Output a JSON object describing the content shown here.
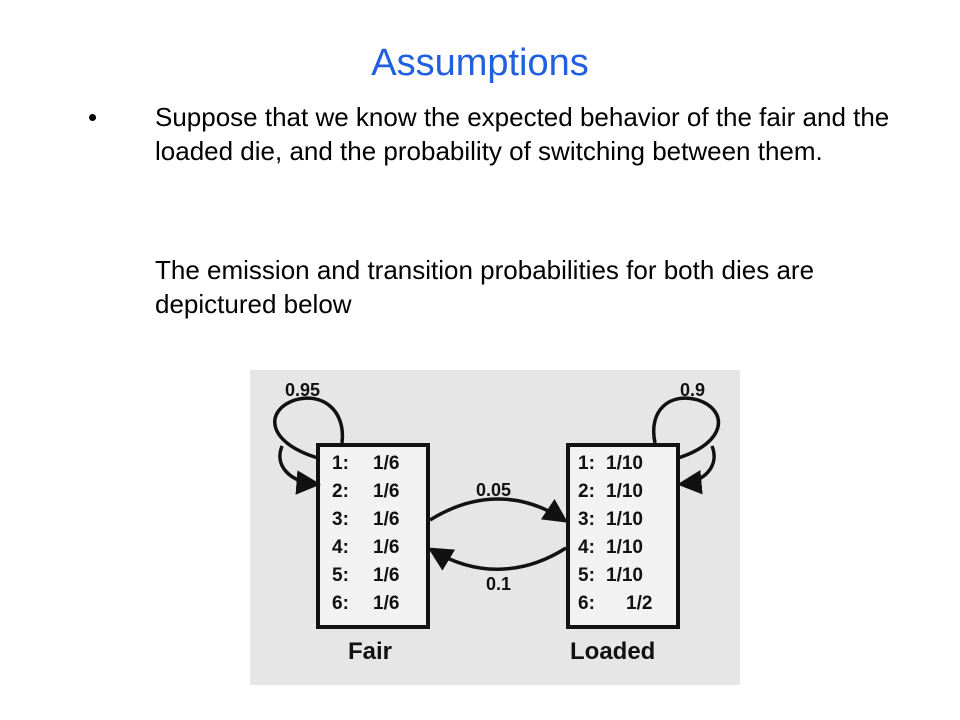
{
  "slide": {
    "title": "Assumptions",
    "title_color": "#1f5fe0",
    "bullet_symbol": "•",
    "paragraph1": "Suppose that we know the expected behavior of the fair and the loaded die, and the probability of switching between them.",
    "paragraph2": "The emission and transition probabilities for both dies are depictured below"
  },
  "diagram": {
    "fair": {
      "label": "Fair",
      "emissions": [
        {
          "face": "1:",
          "p": "1/6"
        },
        {
          "face": "2:",
          "p": "1/6"
        },
        {
          "face": "3:",
          "p": "1/6"
        },
        {
          "face": "4:",
          "p": "1/6"
        },
        {
          "face": "5:",
          "p": "1/6"
        },
        {
          "face": "6:",
          "p": "1/6"
        }
      ],
      "self_loop": "0.95"
    },
    "loaded": {
      "label": "Loaded",
      "emissions": [
        {
          "face": "1:",
          "p": "1/10"
        },
        {
          "face": "2:",
          "p": "1/10"
        },
        {
          "face": "3:",
          "p": "1/10"
        },
        {
          "face": "4:",
          "p": "1/10"
        },
        {
          "face": "5:",
          "p": "1/10"
        },
        {
          "face": "6:",
          "p": "1/2"
        }
      ],
      "self_loop": "0.9"
    },
    "fair_to_loaded": "0.05",
    "loaded_to_fair": "0.1"
  }
}
